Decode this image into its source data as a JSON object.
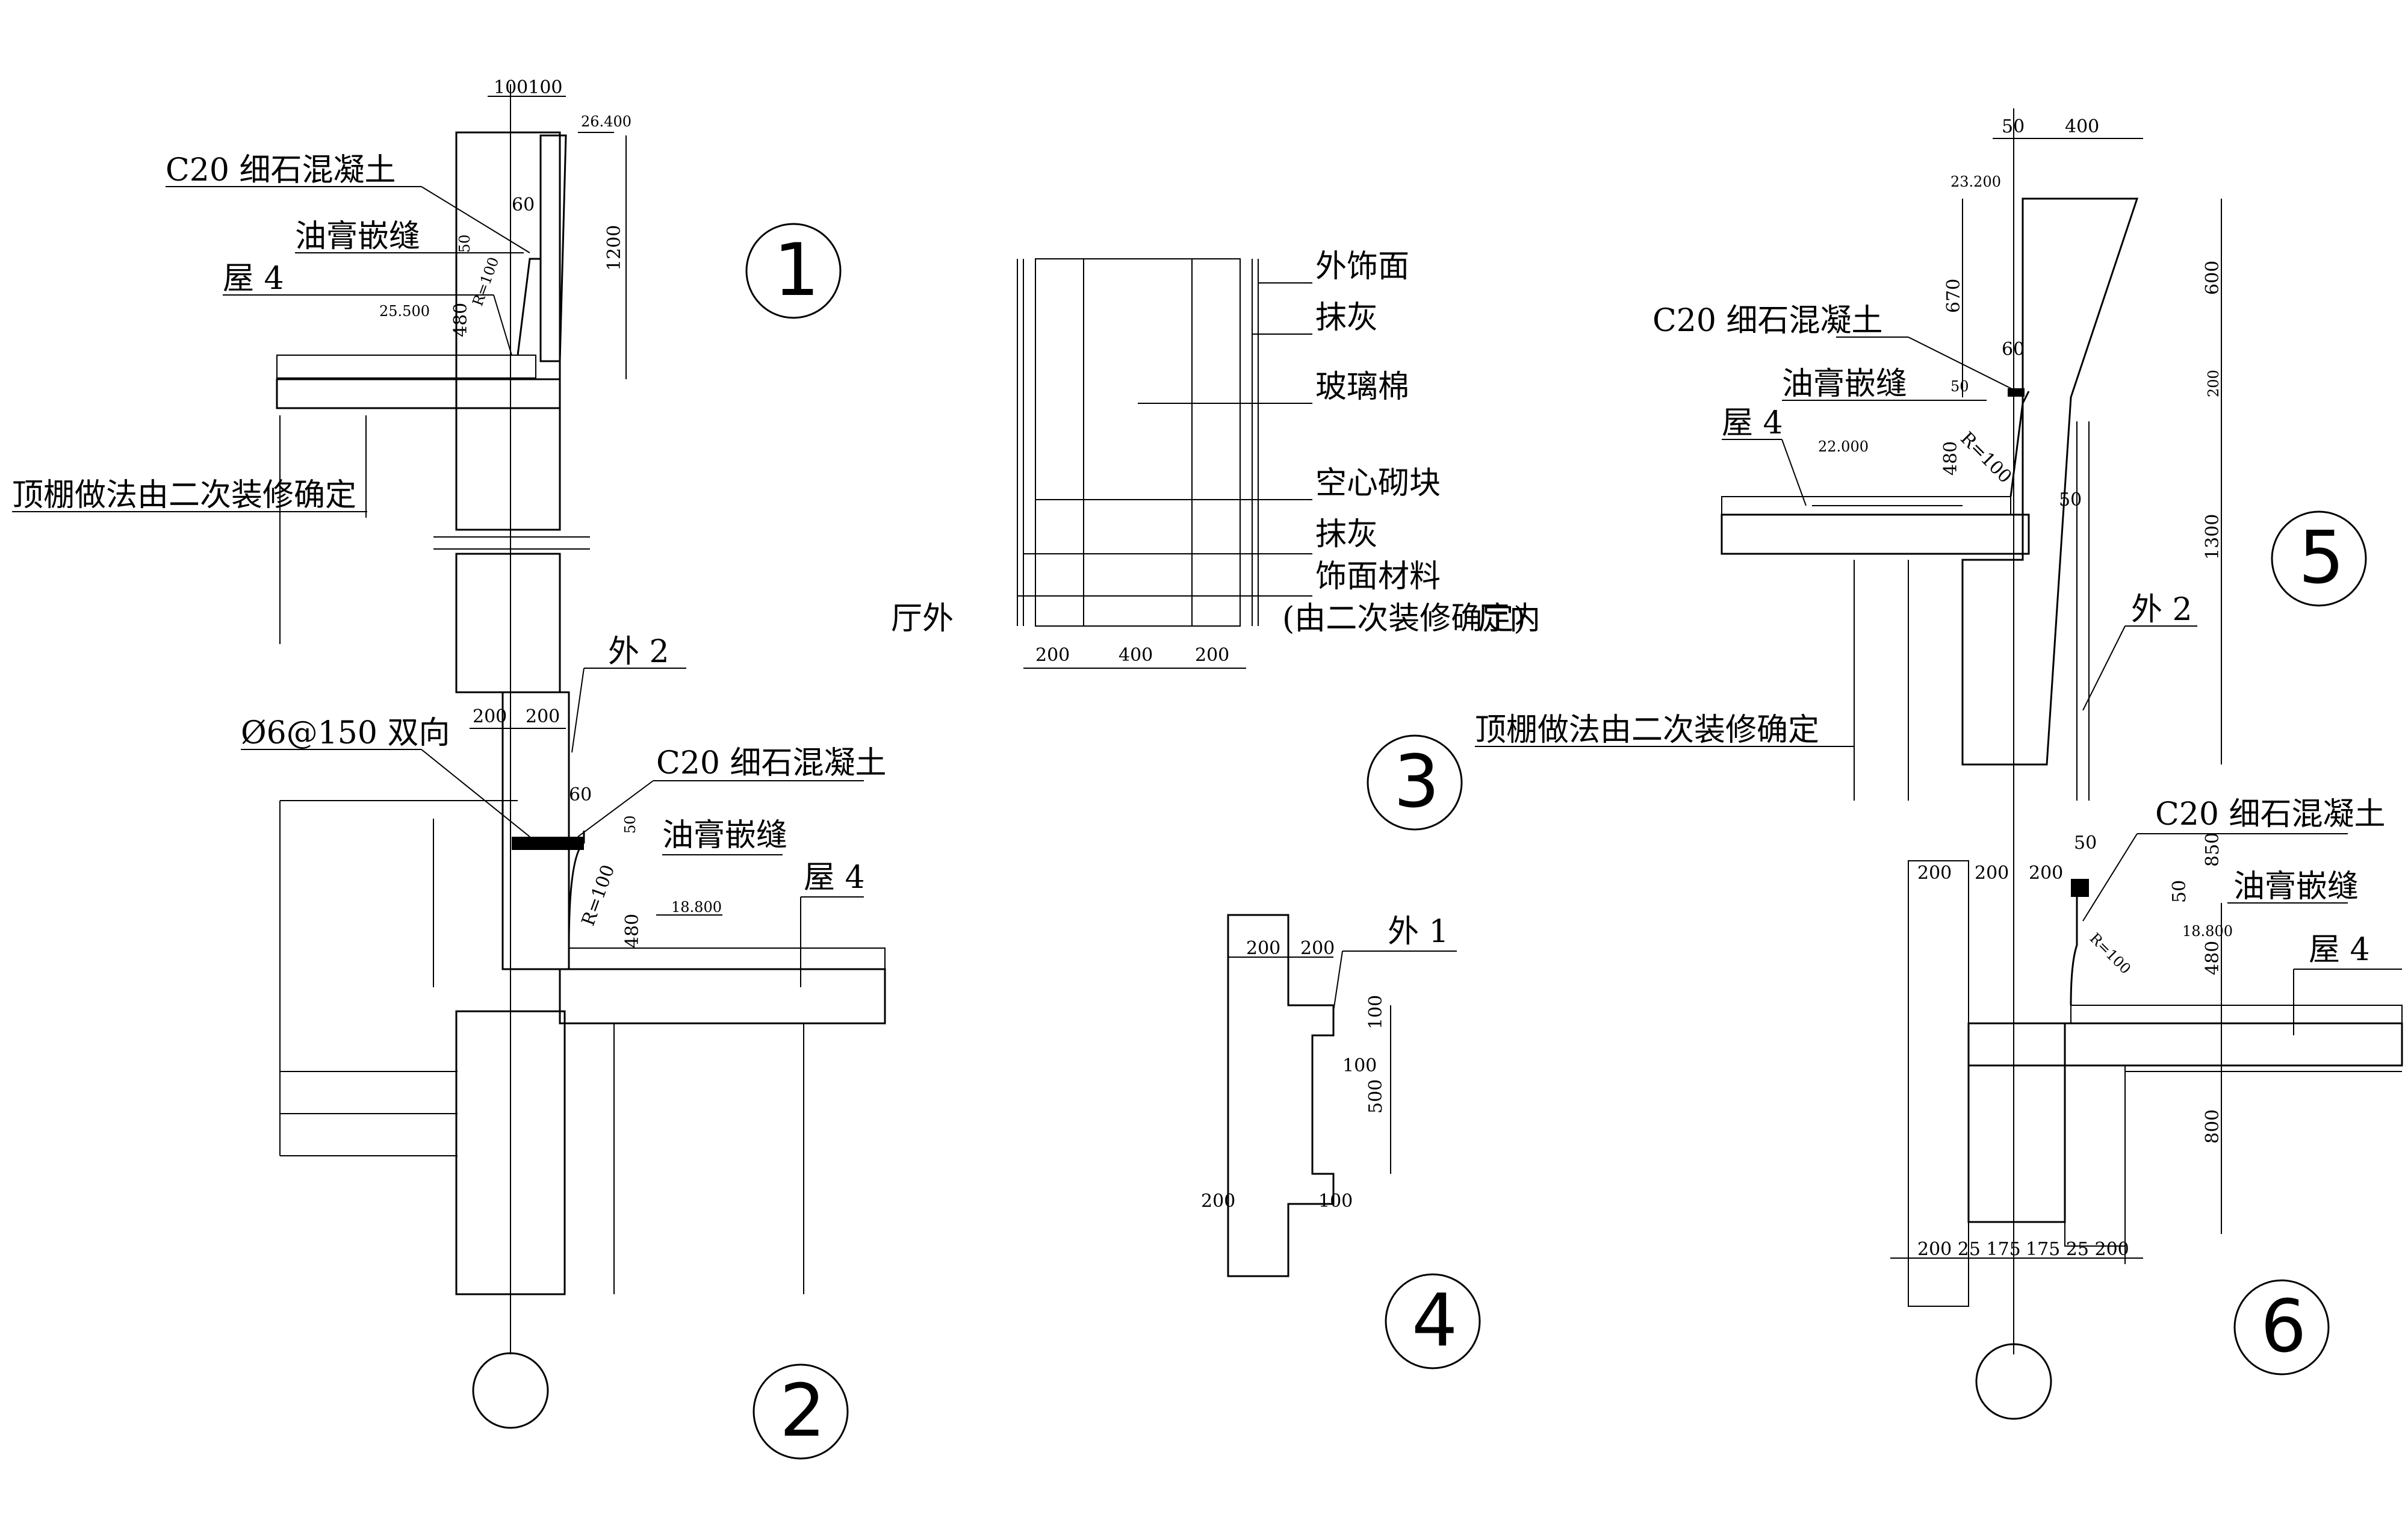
{
  "labels": {
    "c20_fine_concrete": "C20 细石混凝土",
    "oil_paste_seam": "油膏嵌缝",
    "roof_4": "屋 4",
    "ceiling_note": "顶棚做法由二次装修确定",
    "exterior_2": "外 2",
    "exterior_1": "外 1",
    "rebar_note": "Ø6@150 双向",
    "outer_finish": "外饰面",
    "plaster": "抹灰",
    "glass_wool": "玻璃棉",
    "hollow_block": "空心砌块",
    "finish_material": "饰面材料",
    "finish_material_note": "(由二次装修确定)",
    "hall_outside": "厅外",
    "hall_inside": "厅内",
    "radius": "R=100"
  },
  "detail_numbers": {
    "d1": "1",
    "d2": "2",
    "d3": "3",
    "d4": "4",
    "d5": "5",
    "d6": "6"
  },
  "dimensions": {
    "d1_top_widths": "100100",
    "d1_elev_top": "26.400",
    "d1_h1200": "1200",
    "d1_60": "60",
    "d1_50": "50",
    "d1_480": "480",
    "d1_elev_roof": "25.500",
    "d2_200a": "200",
    "d2_200b": "200",
    "d2_60": "60",
    "d2_50": "50",
    "d2_480": "480",
    "d2_elev": "18.800",
    "d3_200a": "200",
    "d3_400": "400",
    "d3_200b": "200",
    "d4_200a": "200",
    "d4_200b": "200",
    "d4_100a": "100",
    "d4_100b": "100",
    "d4_500": "500",
    "d4_200c": "200",
    "d4_100c": "100",
    "d5_50": "50",
    "d5_400": "400",
    "d5_elev_top": "23.200",
    "d5_670": "670",
    "d5_600": "600",
    "d5_60": "60",
    "d5_50b": "50",
    "d5_200": "200",
    "d5_elev_roof": "22.000",
    "d5_480": "480",
    "d5_50c": "50",
    "d5_1300": "1300",
    "d6_200a": "200",
    "d6_200b": "200",
    "d6_200c": "200",
    "d6_50": "50",
    "d6_850": "850",
    "d6_50b": "50",
    "d6_elev": "18.800",
    "d6_480": "480",
    "d6_800": "800",
    "d6_bottom": "200 25 175",
    "d6_bottom2": "175 25 200"
  }
}
